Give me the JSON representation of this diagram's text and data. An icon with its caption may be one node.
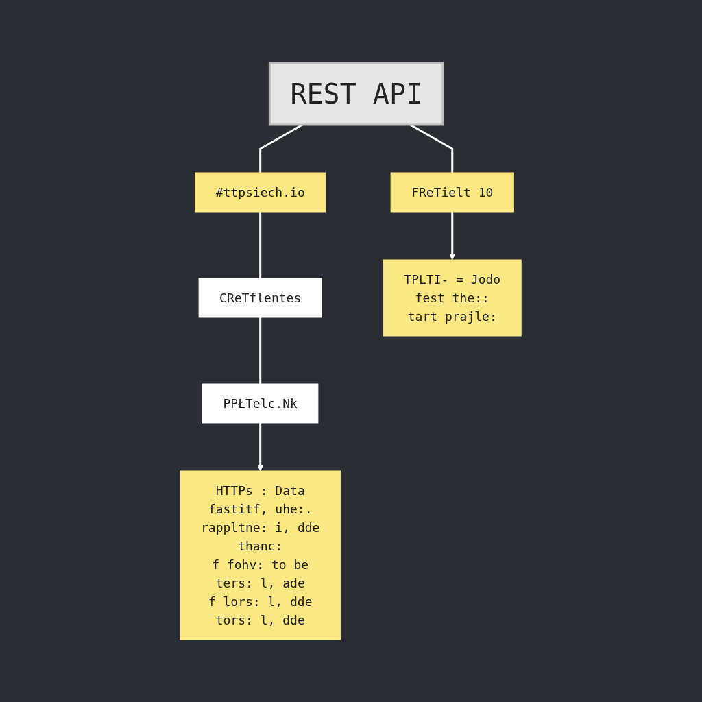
{
  "diagram": {
    "nodes": [
      {
        "text": [
          "REST API"
        ]
      },
      {
        "text": [
          "#ttpsiech.io"
        ]
      },
      {
        "text": [
          "FReTielt 10"
        ]
      },
      {
        "text": [
          "CReTflentes"
        ]
      },
      {
        "text": [
          "PPŁTelc.Nk"
        ]
      },
      {
        "text": [
          "HTTPs : Data",
          "fastitf, uhe:.",
          "rappltne: i, dde",
          "thanc:",
          "f fohv: to be",
          "ters: l, ade",
          "f lors: l, dde",
          "tors: l, dde"
        ]
      },
      {
        "text": [
          "TPLTI- = Jodo",
          "fest the::",
          "tart prajle:"
        ]
      }
    ],
    "edges": [
      {
        "from": 0,
        "to": 1,
        "arrow": "none"
      },
      {
        "from": 0,
        "to": 2,
        "arrow": "none"
      },
      {
        "from": 1,
        "to": 3,
        "arrow": "none"
      },
      {
        "from": 3,
        "to": 4,
        "arrow": "none"
      },
      {
        "from": 4,
        "to": 5,
        "arrow": "to"
      },
      {
        "from": 2,
        "to": 6,
        "arrow": "to"
      }
    ]
  }
}
